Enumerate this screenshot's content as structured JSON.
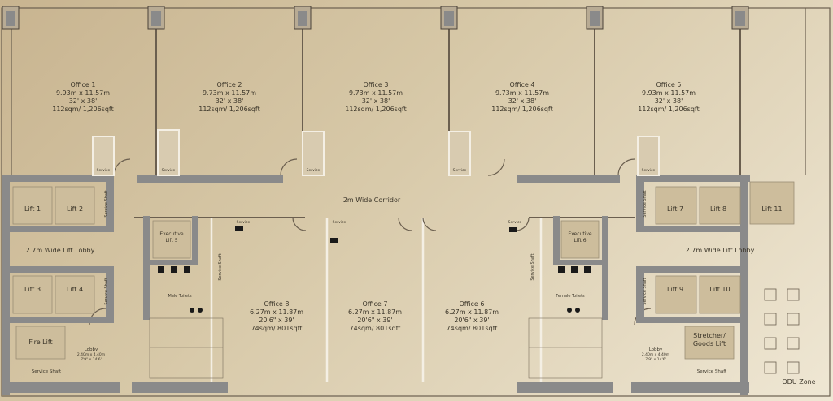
{
  "offices": [
    {
      "name": "Office 1",
      "dims_m": "9.93m x 11.57m",
      "dims_ft": "32' x 38'",
      "area": "112sqm/ 1,206sqft"
    },
    {
      "name": "Office 2",
      "dims_m": "9.73m x 11.57m",
      "dims_ft": "32' x 38'",
      "area": "112sqm/ 1,206sqft"
    },
    {
      "name": "Office 3",
      "dims_m": "9.73m x 11.57m",
      "dims_ft": "32' x 38'",
      "area": "112sqm/ 1,206sqft"
    },
    {
      "name": "Office 4",
      "dims_m": "9.73m x 11.57m",
      "dims_ft": "32' x 38'",
      "area": "112sqm/ 1,206sqft"
    },
    {
      "name": "Office 5",
      "dims_m": "9.93m x 11.57m",
      "dims_ft": "32' x 38'",
      "area": "112sqm/ 1,206sqft"
    },
    {
      "name": "Office 6",
      "dims_m": "6.27m x 11.87m",
      "dims_ft": "20'6\" x 39'",
      "area": "74sqm/ 801sqft"
    },
    {
      "name": "Office 7",
      "dims_m": "6.27m x 11.87m",
      "dims_ft": "20'6\" x 39'",
      "area": "74sqm/ 801sqft"
    },
    {
      "name": "Office 8",
      "dims_m": "6.27m x 11.87m",
      "dims_ft": "20'6\" x 39'",
      "area": "74sqm/ 801sqft"
    }
  ],
  "corridor": "2m Wide Corridor",
  "lift_lobby": "2.7m Wide Lift Lobby",
  "lifts": [
    "Lift 1",
    "Lift 2",
    "Lift 3",
    "Lift 4",
    "Lift 7",
    "Lift 8",
    "Lift 9",
    "Lift 10",
    "Lift 11"
  ],
  "exec_lift_5": [
    "Executive",
    "Lift 5"
  ],
  "exec_lift_6": [
    "Executive",
    "Lift 6"
  ],
  "fire_lift": "Fire Lift",
  "stretcher_lift": [
    "Stretcher/",
    "Goods Lift"
  ],
  "lobby": {
    "name": "Lobby",
    "dims_m": "2.40m x 4.40m",
    "dims_ft": "7'9\" x 14'6'"
  },
  "service_shaft": "Service Shaft",
  "service": "Service",
  "male_toilets": "Male Toilets",
  "female_toilets": "Female Toilets",
  "odu_zone": "ODU Zone",
  "colors": {
    "wall": "#8a8a8a",
    "wall_line": "#5c5246",
    "fixture": "#1a1a1a"
  }
}
